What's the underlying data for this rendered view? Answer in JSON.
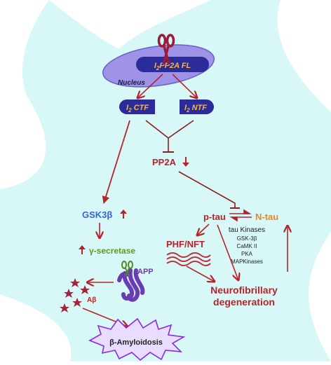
{
  "colors": {
    "cell_fill": "#d7f8f6",
    "nucleus_fill": "#9f93e8",
    "nucleus_stroke": "#6a5fc9",
    "pill_fill": "#2b2c9a",
    "pill_text": "#f3b64b",
    "arrow_red": "#b8232a",
    "gsk_blue": "#3764d6",
    "secretase_green": "#5a9a2b",
    "app_purple": "#6a3bb4",
    "ntau_orange": "#e58a1c",
    "star_fill": "#e8dcff",
    "star_stroke": "#8a2be2"
  },
  "labels": {
    "nucleus": "Nucleus",
    "i2pp2a": {
      "main": "I",
      "sub": "2",
      "rest": "PP2A FL"
    },
    "i2ctf": {
      "main": "I",
      "sub": "2",
      "rest": " CTF"
    },
    "i2ntf": {
      "main": "I",
      "sub": "2",
      "rest": " NTF"
    },
    "pp2a": "PP2A",
    "gsk3b": "GSK3β",
    "gamma_secretase": "γ-secretase",
    "app": "APP",
    "abeta": "Aβ",
    "ptau": "p-tau",
    "ntau": "N-tau",
    "tau_kinases": "tau Kinases",
    "kinases": [
      "GSK-3β",
      "CaMK II",
      "PKA",
      "MAPKinases"
    ],
    "phf_nft": "PHF/NFT",
    "neuro_line1": "Neurofibrillary",
    "neuro_line2": "degeneration",
    "amyloidosis": "β-Amyloidosis"
  },
  "icons": {
    "scissors": "scissors-icon",
    "up_arrow": "up-arrow-icon",
    "down_arrow": "down-arrow-icon"
  }
}
